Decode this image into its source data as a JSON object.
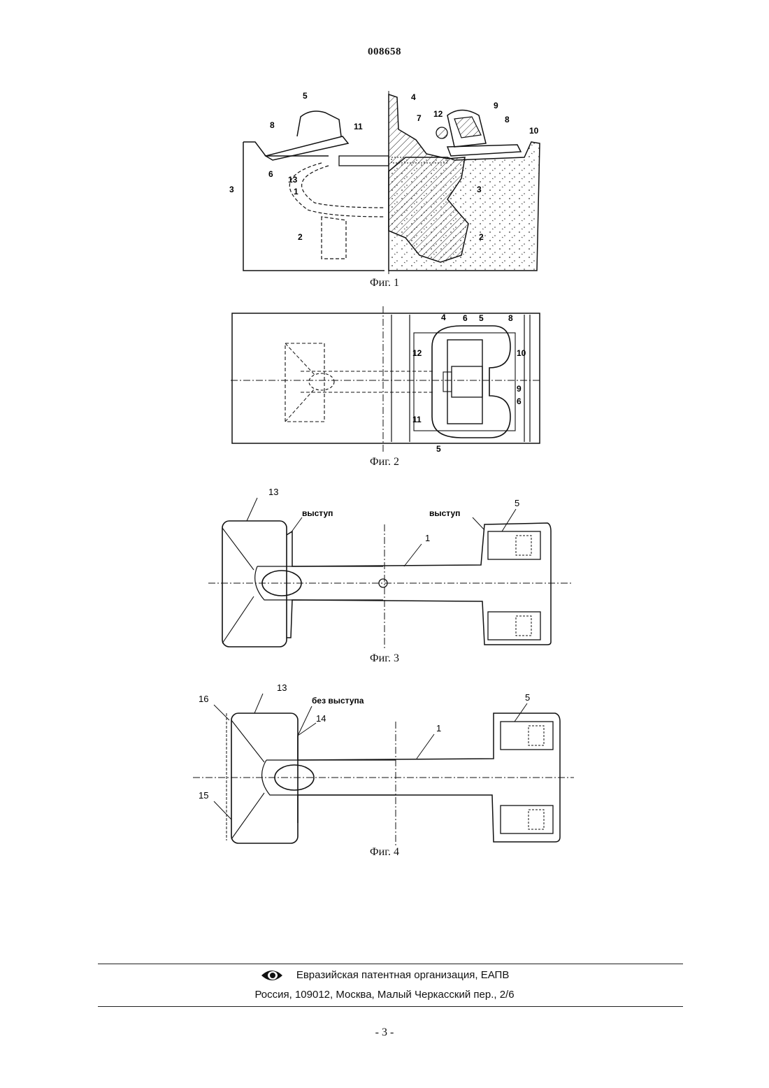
{
  "document": {
    "number": "008658",
    "page_number": "- 3 -"
  },
  "figures": [
    {
      "caption": "Фиг. 1",
      "labels": [
        "5",
        "4",
        "12",
        "9",
        "8",
        "11",
        "7",
        "8",
        "10",
        "3",
        "6",
        "13",
        "1",
        "3",
        "2",
        "2"
      ]
    },
    {
      "caption": "Фиг. 2",
      "labels": [
        "4",
        "6",
        "5",
        "8",
        "12",
        "10",
        "9",
        "6",
        "11",
        "5"
      ]
    },
    {
      "caption": "Фиг. 3",
      "labels": [
        "13",
        "5",
        "1"
      ],
      "words": [
        "выступ",
        "выступ"
      ]
    },
    {
      "caption": "Фиг. 4",
      "labels": [
        "13",
        "16",
        "14",
        "5",
        "1",
        "15"
      ],
      "words": [
        "без выступа"
      ]
    }
  ],
  "footer": {
    "organization": "Евразийская патентная организация, ЕАПВ",
    "address": "Россия, 109012, Москва, Малый Черкасский пер., 2/6",
    "logo": "eapo-eye-logo"
  }
}
